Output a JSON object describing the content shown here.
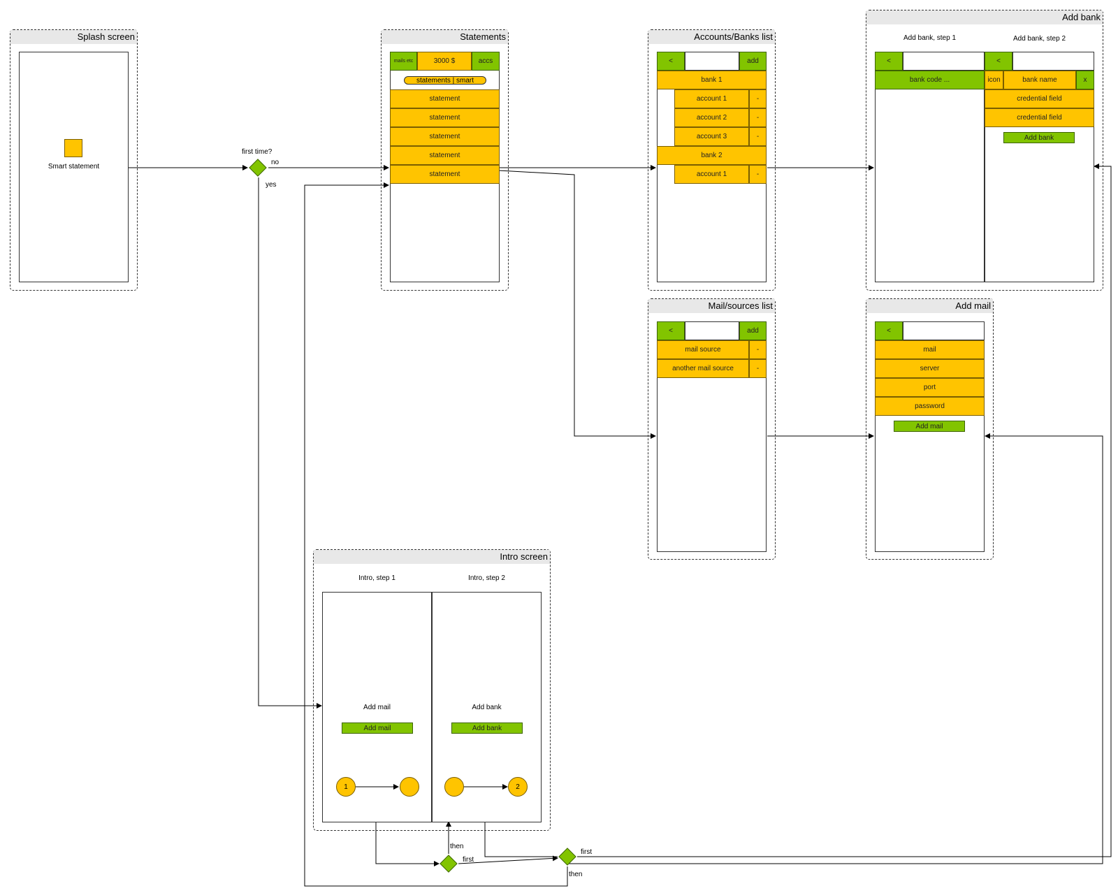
{
  "splash": {
    "title": "Splash screen",
    "app_name": "Smart statement"
  },
  "decision_first": {
    "question": "first time?",
    "no": "no",
    "yes": "yes"
  },
  "statements": {
    "title": "Statements",
    "mails_btn": "mails etc",
    "balance": "3000 $",
    "accs_btn": "accs",
    "toggle": "statements | smart",
    "items": [
      "statement",
      "statement",
      "statement",
      "statement",
      "statement"
    ]
  },
  "accounts": {
    "title": "Accounts/Banks list",
    "back": "<",
    "add": "add",
    "rows": [
      {
        "kind": "bank",
        "label": "bank 1"
      },
      {
        "kind": "account",
        "label": "account 1",
        "remove": "-"
      },
      {
        "kind": "account",
        "label": "account 2",
        "remove": "-"
      },
      {
        "kind": "account",
        "label": "account 3",
        "remove": "-"
      },
      {
        "kind": "bank",
        "label": "bank 2"
      },
      {
        "kind": "account",
        "label": "account 1",
        "remove": "-"
      }
    ]
  },
  "add_bank": {
    "title": "Add bank",
    "step1_label": "Add bank, step 1",
    "step2_label": "Add bank, step 2",
    "back": "<",
    "bank_code": "bank code ...",
    "icon": "icon",
    "bank_name": "bank name",
    "close": "x",
    "credential1": "credential field",
    "credential2": "credential field",
    "submit": "Add bank"
  },
  "mail_sources": {
    "title": "Mail/sources list",
    "back": "<",
    "add": "add",
    "rows": [
      {
        "label": "mail source",
        "remove": "-"
      },
      {
        "label": "another mail source",
        "remove": "-"
      }
    ]
  },
  "add_mail": {
    "title": "Add mail",
    "back": "<",
    "fields": [
      "mail",
      "server",
      "port",
      "password"
    ],
    "submit": "Add mail"
  },
  "intro": {
    "title": "Intro screen",
    "step1_label": "Intro, step 1",
    "step2_label": "Intro, step 2",
    "step1_heading": "Add mail",
    "step1_button": "Add mail",
    "step2_heading": "Add bank",
    "step2_button": "Add bank",
    "dot1": "1",
    "dot2": "2"
  },
  "decision_intro": {
    "then": "then",
    "first": "first"
  },
  "decision_bank": {
    "first": "first",
    "then": "then"
  }
}
